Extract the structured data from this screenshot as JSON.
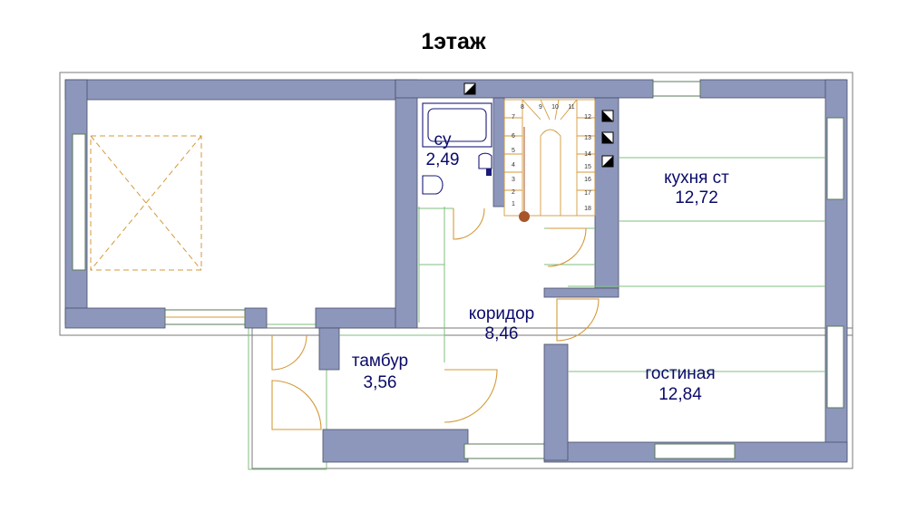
{
  "title": "1этаж",
  "rooms": [
    {
      "name": "су",
      "area": "2,49"
    },
    {
      "name": "кухня ст",
      "area": "12,72"
    },
    {
      "name": "коридор",
      "area": "8,46"
    },
    {
      "name": "тамбур",
      "area": "3,56"
    },
    {
      "name": "гостиная",
      "area": "12,84"
    }
  ],
  "stair_steps": [
    "1",
    "2",
    "3",
    "4",
    "5",
    "6",
    "7",
    "8",
    "9",
    "10",
    "11",
    "12",
    "13",
    "14",
    "15",
    "16",
    "17",
    "18"
  ],
  "colors": {
    "wall": "#8d97bc",
    "door": "#d49a3a",
    "glass": "#7fbf7f",
    "label": "#0a0a6a"
  }
}
